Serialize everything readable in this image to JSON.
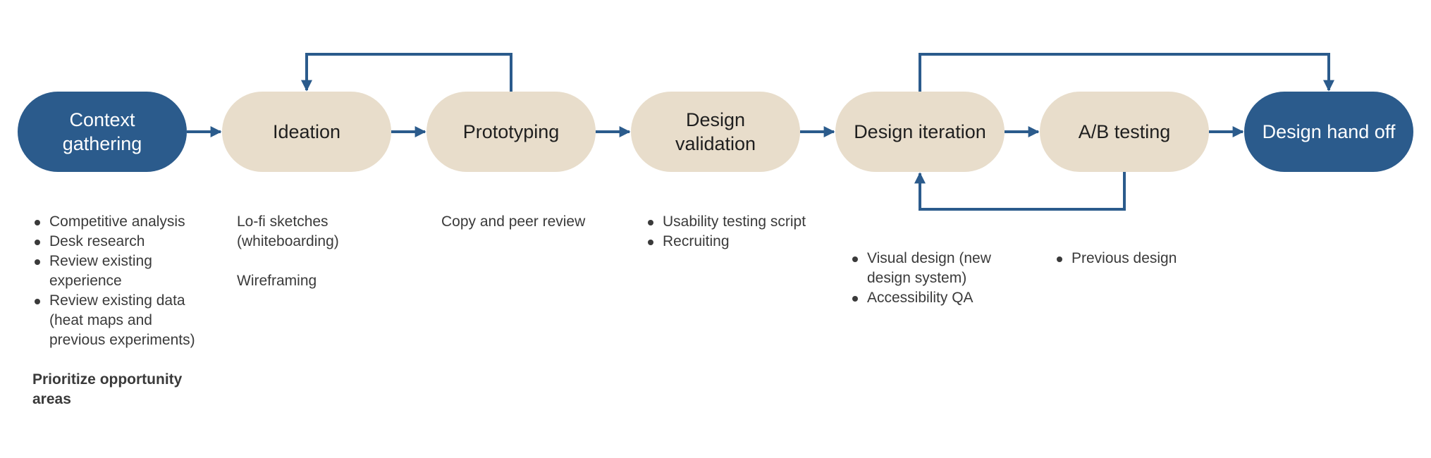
{
  "colors": {
    "primary": "#2b5b8c",
    "secondary": "#e8ddcb",
    "connector": "#2b5b8c",
    "text": "#3a3a3a"
  },
  "steps": [
    {
      "label": "Context gathering"
    },
    {
      "label": "Ideation"
    },
    {
      "label": "Prototyping"
    },
    {
      "label": "Design validation"
    },
    {
      "label": "Design iteration"
    },
    {
      "label": "A/B testing"
    },
    {
      "label": "Design hand off"
    }
  ],
  "notes": {
    "context_gathering": {
      "bullets": [
        "Competitive analysis",
        "Desk research",
        "Review existing experience",
        "Review existing data (heat maps and previous experiments)"
      ],
      "emphasis": "Prioritize opportunity areas"
    },
    "ideation": {
      "lines": [
        "Lo-fi sketches (whiteboarding)",
        "Wireframing"
      ]
    },
    "prototyping": {
      "lines": [
        "Copy and peer review"
      ]
    },
    "design_validation": {
      "bullets": [
        "Usability testing script",
        "Recruiting"
      ]
    },
    "design_iteration": {
      "bullets": [
        "Visual design (new design system)",
        "Accessibility QA"
      ]
    },
    "ab_testing": {
      "bullets": [
        "Previous design"
      ]
    }
  }
}
